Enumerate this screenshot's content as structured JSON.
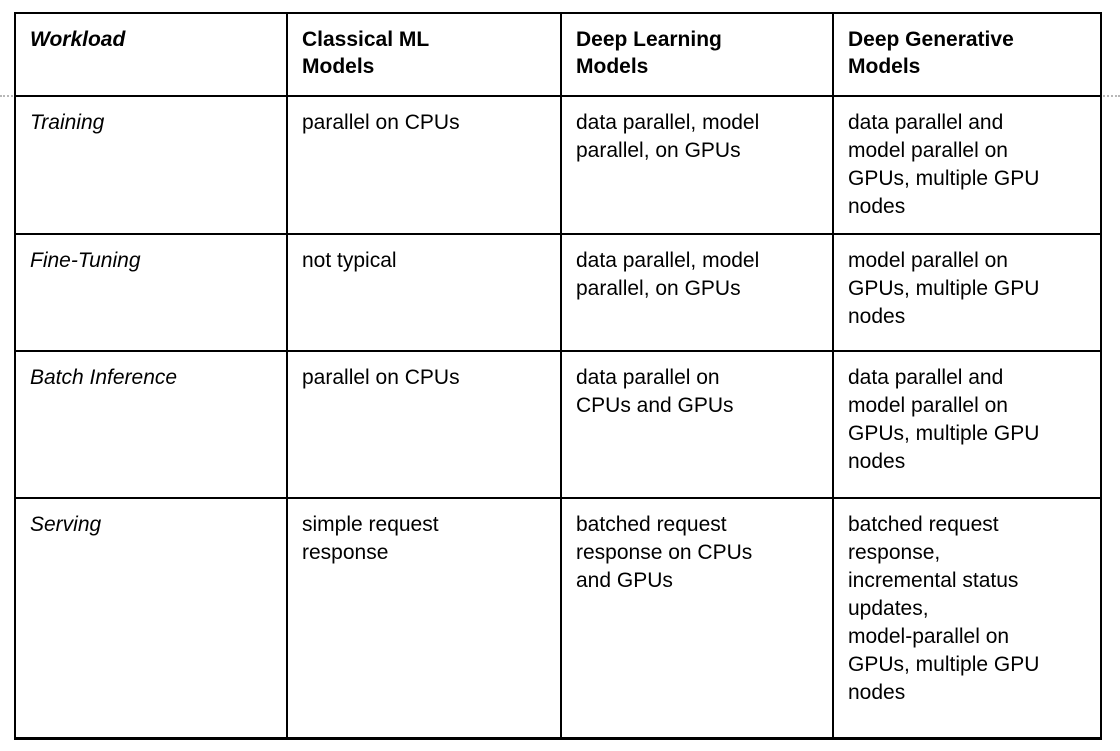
{
  "table": {
    "columns": [
      {
        "key": "workload",
        "label": "Workload",
        "style": "bold-italic"
      },
      {
        "key": "classical_ml",
        "label": "Classical ML\nModels",
        "style": "bold"
      },
      {
        "key": "deep_learning",
        "label": "Deep Learning\nModels",
        "style": "bold"
      },
      {
        "key": "deep_generative",
        "label": "Deep Generative\nModels",
        "style": "bold"
      }
    ],
    "rows": [
      {
        "workload": "Training",
        "classical_ml": "parallel on CPUs",
        "deep_learning": "data parallel, model\nparallel, on GPUs",
        "deep_generative": "data parallel and\nmodel parallel on\nGPUs, multiple GPU\nnodes"
      },
      {
        "workload": "Fine-Tuning",
        "classical_ml": "not typical",
        "deep_learning": "data parallel, model\nparallel, on GPUs",
        "deep_generative": "model parallel on\nGPUs, multiple GPU\nnodes"
      },
      {
        "workload": "Batch Inference",
        "classical_ml": "parallel on CPUs",
        "deep_learning": "data parallel on\nCPUs and GPUs",
        "deep_generative": "data parallel and\nmodel parallel on\nGPUs, multiple GPU\nnodes"
      },
      {
        "workload": "Serving",
        "classical_ml": "simple request\nresponse",
        "deep_learning": "batched request\nresponse on CPUs\nand GPUs",
        "deep_generative": "batched request\nresponse,\nincremental status\nupdates,\nmodel-parallel on\nGPUs, multiple GPU\nnodes"
      }
    ]
  },
  "colors": {
    "border": "#000000",
    "text": "#000000",
    "page_rule": "#b8b8b8",
    "background": "#ffffff"
  }
}
